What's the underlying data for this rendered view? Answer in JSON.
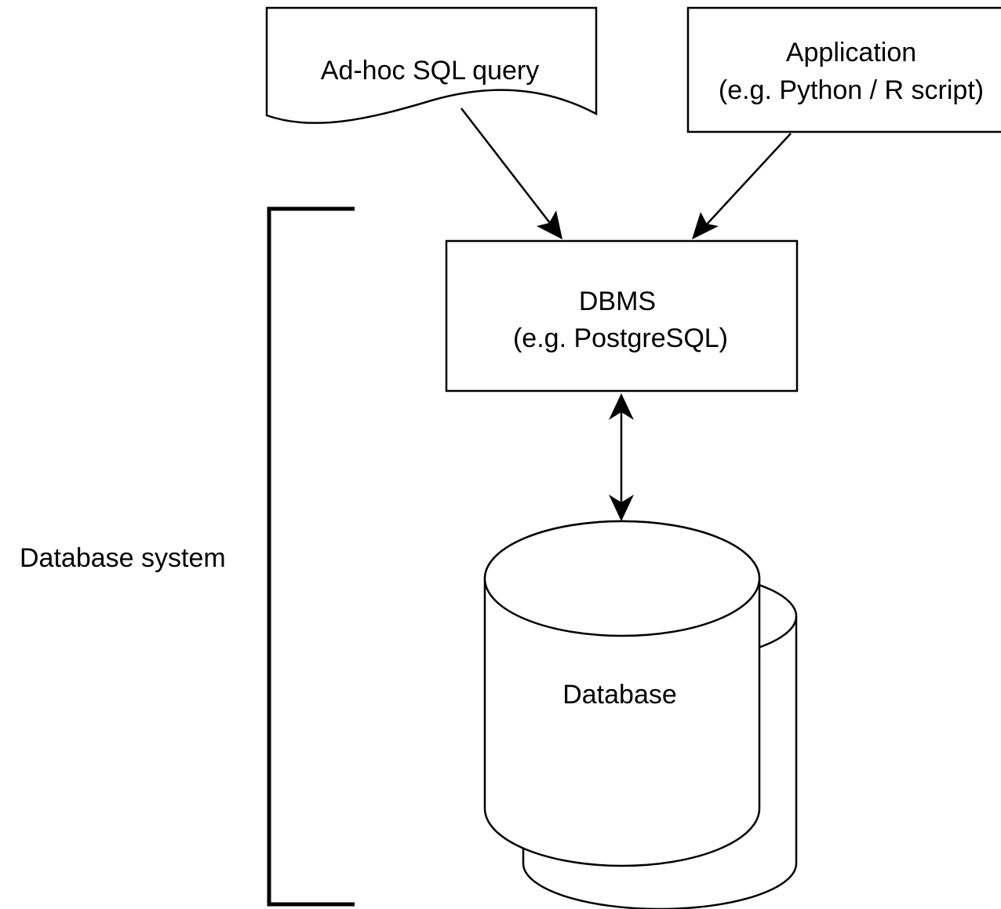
{
  "nodes": {
    "adhoc_query": {
      "label": "Ad-hoc SQL query"
    },
    "application": {
      "line1": "Application",
      "line2": "(e.g. Python / R script)"
    },
    "dbms": {
      "line1": "DBMS",
      "line2": "(e.g. PostgreSQL)"
    },
    "database": {
      "label": "Database"
    }
  },
  "groups": {
    "database_system": {
      "label": "Database system"
    }
  },
  "edges": [
    {
      "from": "Ad-hoc SQL query",
      "to": "DBMS",
      "direction": "one-way"
    },
    {
      "from": "Application",
      "to": "DBMS",
      "direction": "one-way"
    },
    {
      "from": "DBMS",
      "to": "Database",
      "direction": "two-way"
    }
  ]
}
